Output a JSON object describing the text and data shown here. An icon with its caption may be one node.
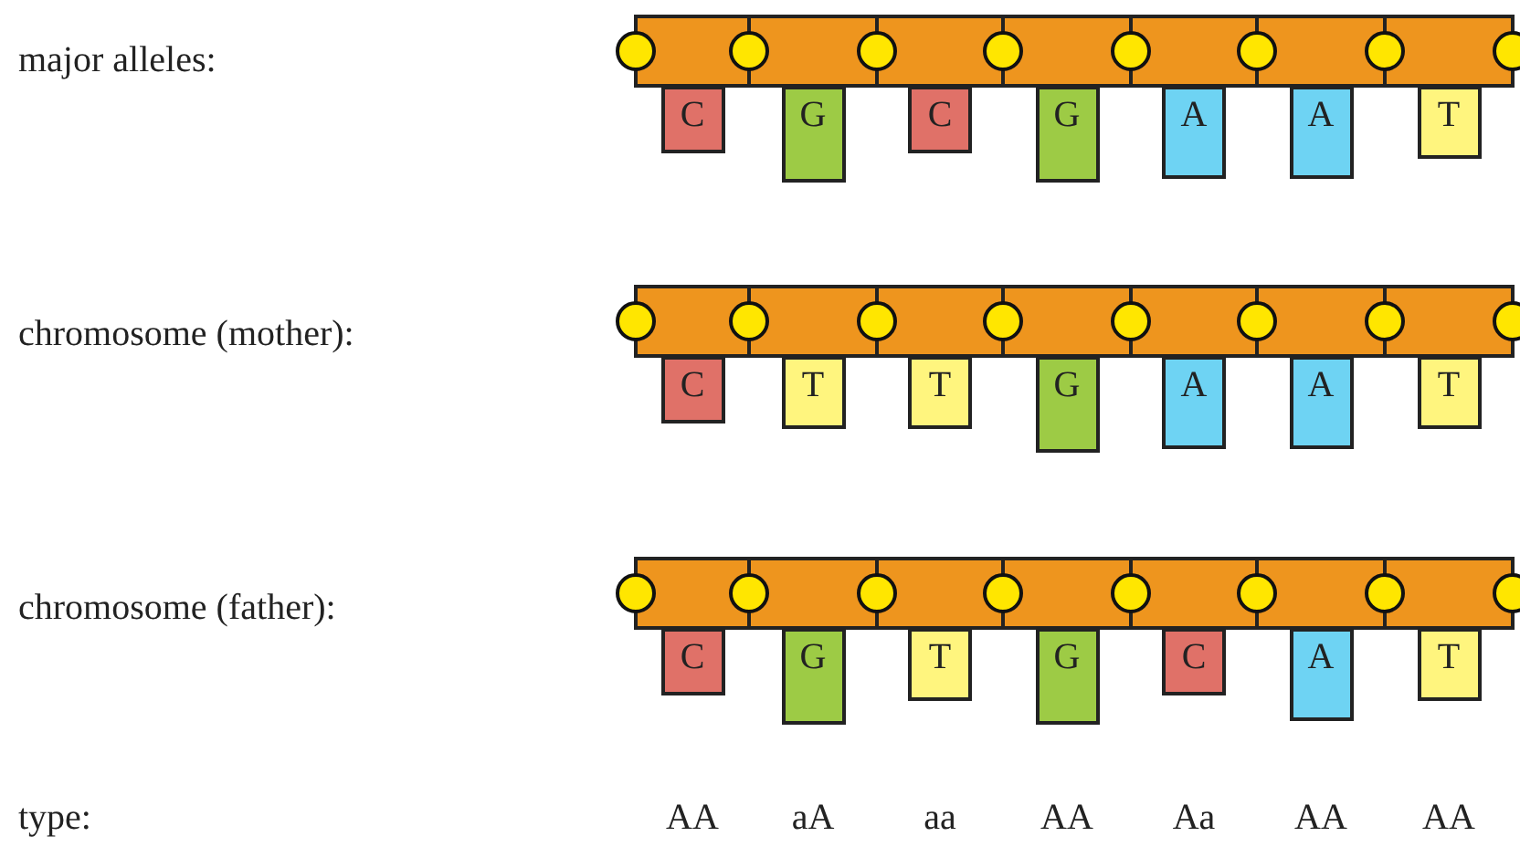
{
  "diagram": {
    "nodes": [
      {
        "text": [
          "C"
        ]
      },
      {
        "text": [
          "G"
        ]
      },
      {
        "text": [
          "C"
        ]
      },
      {
        "text": [
          "G"
        ]
      },
      {
        "text": [
          "A"
        ]
      },
      {
        "text": [
          "A"
        ]
      },
      {
        "text": [
          "T"
        ]
      },
      {
        "text": [
          "C"
        ]
      },
      {
        "text": [
          "T"
        ]
      },
      {
        "text": [
          "T"
        ]
      },
      {
        "text": [
          "G"
        ]
      },
      {
        "text": [
          "A"
        ]
      },
      {
        "text": [
          "A"
        ]
      },
      {
        "text": [
          "T"
        ]
      },
      {
        "text": [
          "C"
        ]
      },
      {
        "text": [
          "G"
        ]
      },
      {
        "text": [
          "T"
        ]
      },
      {
        "text": [
          "G"
        ]
      },
      {
        "text": [
          "C"
        ]
      },
      {
        "text": [
          "A"
        ]
      },
      {
        "text": [
          "T"
        ]
      }
    ],
    "labels": [
      "major alleles:",
      "chromosome (mother):",
      "chromosome (father):",
      "type:",
      "AA",
      "aA",
      "aa",
      "AA",
      "Aa",
      "AA",
      "AA"
    ]
  }
}
